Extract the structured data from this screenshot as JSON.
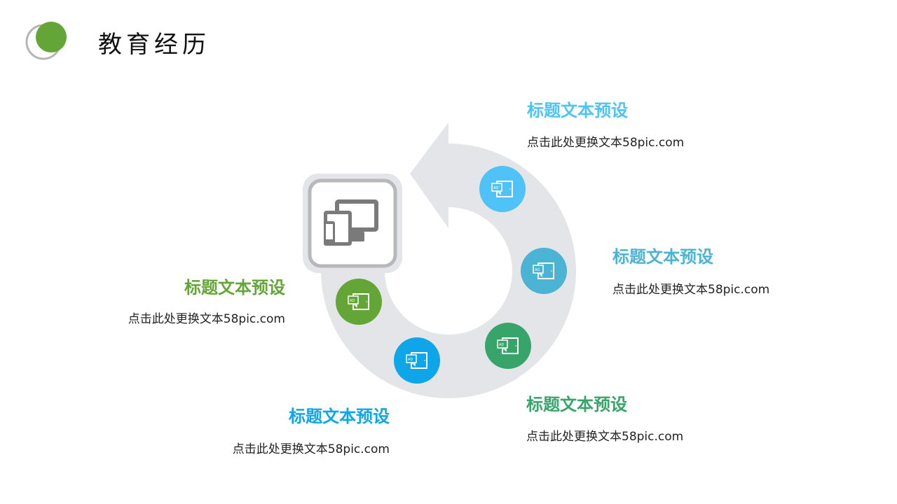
{
  "header": {
    "title": "教育经历",
    "logo_color": "#63a536"
  },
  "items": [
    {
      "title": "标题文本预设",
      "desc": "点击此处更换文本58pic.com",
      "color": "#4fc3f7"
    },
    {
      "title": "标题文本预设",
      "desc": "点击此处更换文本58pic.com",
      "color": "#4bb3d3"
    },
    {
      "title": "标题文本预设",
      "desc": "点击此处更换文本58pic.com",
      "color": "#37a46a"
    },
    {
      "title": "标题文本预设",
      "desc": "点击此处更换文本58pic.com",
      "color": "#0ea5e9"
    },
    {
      "title": "标题文本预设",
      "desc": "点击此处更换文本58pic.com",
      "color": "#63a536"
    }
  ],
  "icons": {
    "center": "devices-icon",
    "node": "ad-tablet-icon"
  }
}
